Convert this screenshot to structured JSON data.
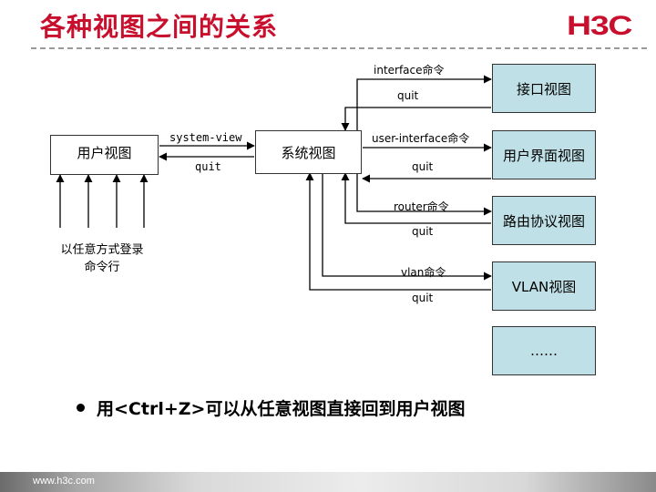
{
  "slide": {
    "title": "各种视图之间的关系",
    "logo": "H3C",
    "footer_url": "www.h3c.com"
  },
  "diagram": {
    "boxes": {
      "user_view": "用户视图",
      "system_view": "系统视图",
      "interface_view": "接口视图",
      "user_interface_view": "用户界面视图",
      "routing_protocol_view": "路由协议视图",
      "vlan_view": "VLAN视图",
      "more_views": "……"
    },
    "labels": {
      "login_method": "以任意方式登录命令行",
      "system_view_cmd": "system-view",
      "quit_to_user": "quit",
      "interface_cmd": "interface命令",
      "quit_interface": "quit",
      "user_interface_cmd": "user-interface命令",
      "quit_user_interface": "quit",
      "router_cmd": "router命令",
      "quit_router": "quit",
      "vlan_cmd": "vlan命令",
      "quit_vlan": "quit"
    }
  },
  "bullet": {
    "text": "用<Ctrl+Z>可以从任意视图直接回到用户视图"
  },
  "colors": {
    "title": "#c8102e",
    "view_box_fill": "#bfe0e6",
    "logo": "#c8102e"
  }
}
